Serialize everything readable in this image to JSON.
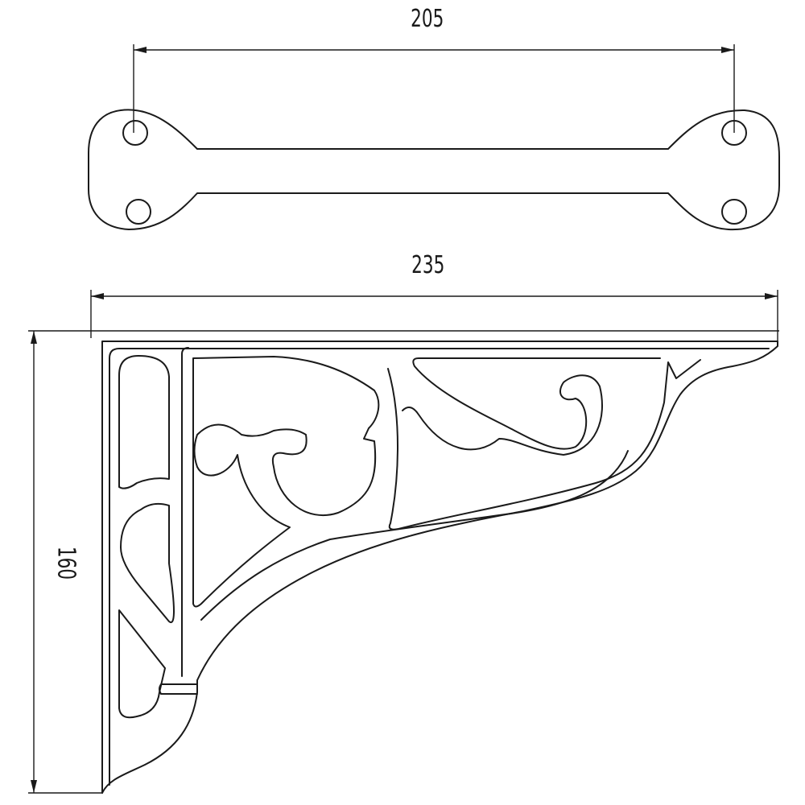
{
  "dimensions": {
    "plate_hole_spacing": "205",
    "bracket_width": "235",
    "bracket_height": "160"
  },
  "colors": {
    "line": "#1a1a1a",
    "background": "#ffffff"
  }
}
